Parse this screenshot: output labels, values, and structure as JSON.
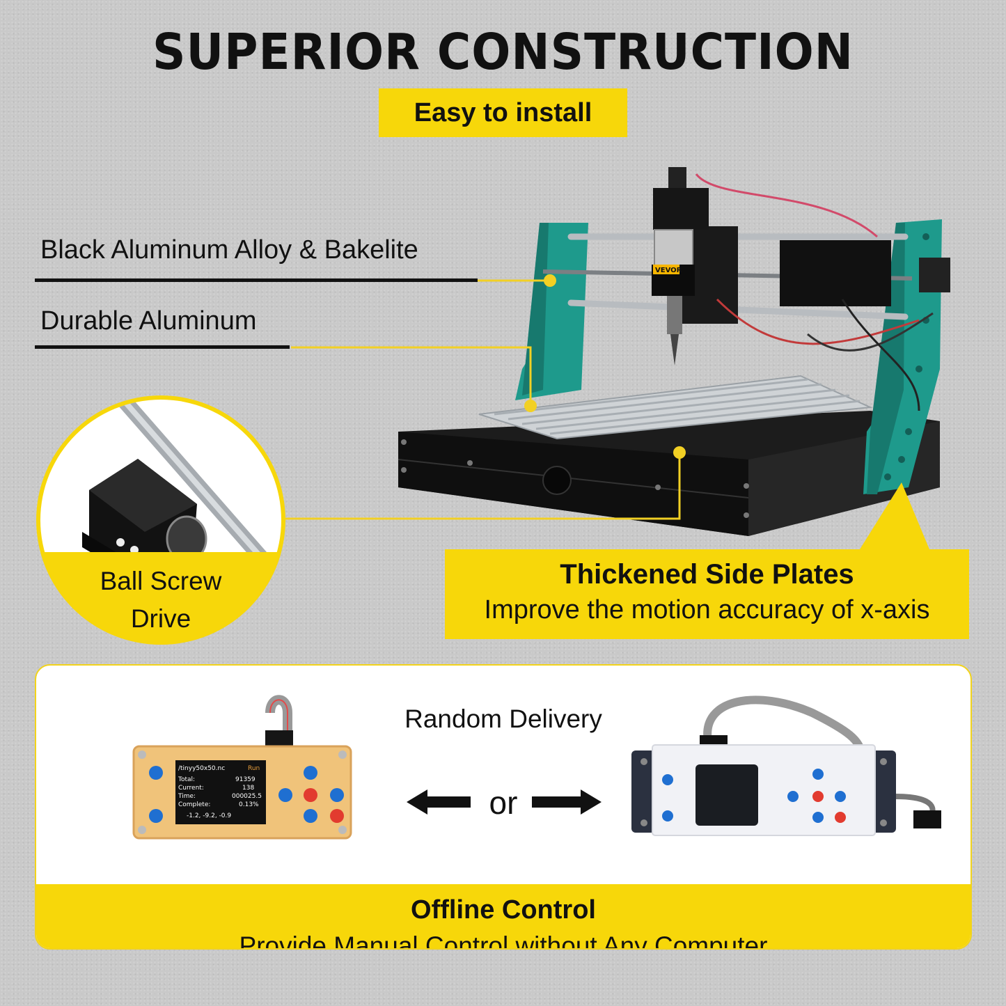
{
  "header": {
    "title": "SUPERIOR CONSTRUCTION",
    "subtitle": "Easy to install"
  },
  "features": {
    "alloy_label": "Black Aluminum Alloy & Bakelite",
    "aluminum_label": "Durable Aluminum",
    "ballscrew_line1": "Ball Screw",
    "ballscrew_line2": "Drive",
    "side_plates_title": "Thickened Side Plates",
    "side_plates_desc": "Improve the motion accuracy of x-axis"
  },
  "controllers": {
    "random_delivery": "Random Delivery",
    "or_label": "or",
    "offline_title": "Offline Control",
    "offline_desc": "Provide Manual Control without Any Computer"
  },
  "brand": {
    "logo_text": "VEVOR"
  },
  "screen": {
    "file": "/tinyy50x50.nc",
    "status": "Run",
    "rows": [
      {
        "k": "Total:",
        "v": "91359"
      },
      {
        "k": "Current:",
        "v": "138"
      },
      {
        "k": "Time:",
        "v": "000025.5"
      },
      {
        "k": "Complete:",
        "v": "0.13%"
      }
    ],
    "coords": "-1.2, -9.2, -0.9"
  },
  "colors": {
    "accent_yellow": "#f7d70a",
    "frame_green": "#1e9a8c",
    "button_blue": "#1f6fd1",
    "button_red": "#e23b2f"
  }
}
